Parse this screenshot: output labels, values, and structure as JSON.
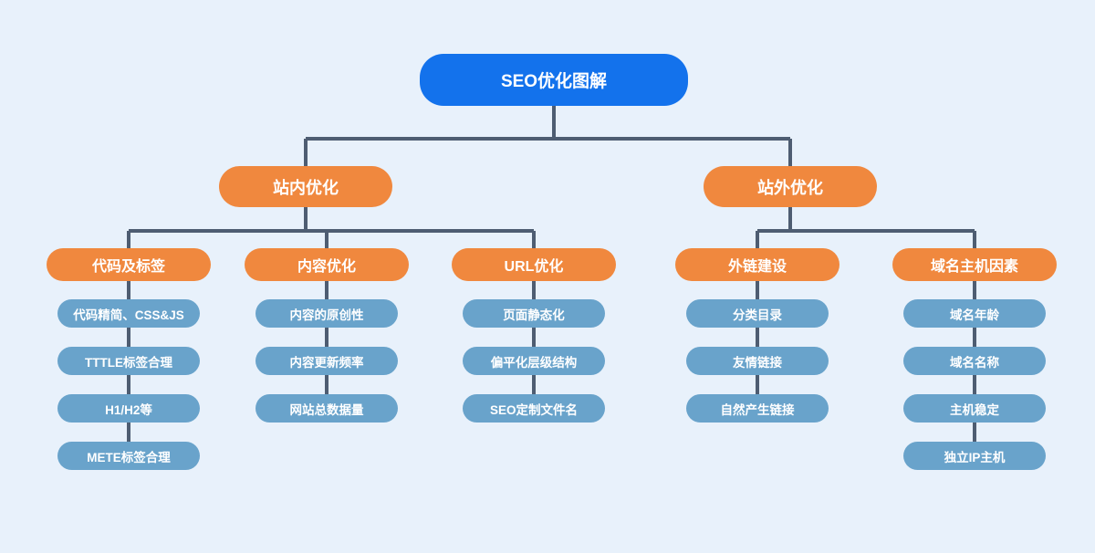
{
  "diagram": {
    "type": "tree",
    "colors": {
      "background": "#e8f1fb",
      "root_node": "#1372ec",
      "branch_node": "#f0883e",
      "leaf_node": "#69a3cb",
      "connector": "#4e5d72",
      "text": "#ffffff"
    },
    "tree": {
      "root": {
        "label": "SEO优化图解"
      },
      "branches": [
        {
          "label": "站内优化",
          "children": [
            {
              "label": "代码及标签",
              "items": [
                "代码精简、CSS&JS",
                "TTTLE标签合理",
                "H1/H2等",
                "METE标签合理"
              ]
            },
            {
              "label": "内容优化",
              "items": [
                "内容的原创性",
                "内容更新频率",
                "网站总数据量"
              ]
            },
            {
              "label": "URL优化",
              "items": [
                "页面静态化",
                "偏平化层级结构",
                "SEO定制文件名"
              ]
            }
          ]
        },
        {
          "label": "站外优化",
          "children": [
            {
              "label": "外链建设",
              "items": [
                "分类目录",
                "友情链接",
                "自然产生链接"
              ]
            },
            {
              "label": "域名主机因素",
              "items": [
                "域名年龄",
                "域名名称",
                "主机稳定",
                "独立IP主机"
              ]
            }
          ]
        }
      ]
    }
  }
}
